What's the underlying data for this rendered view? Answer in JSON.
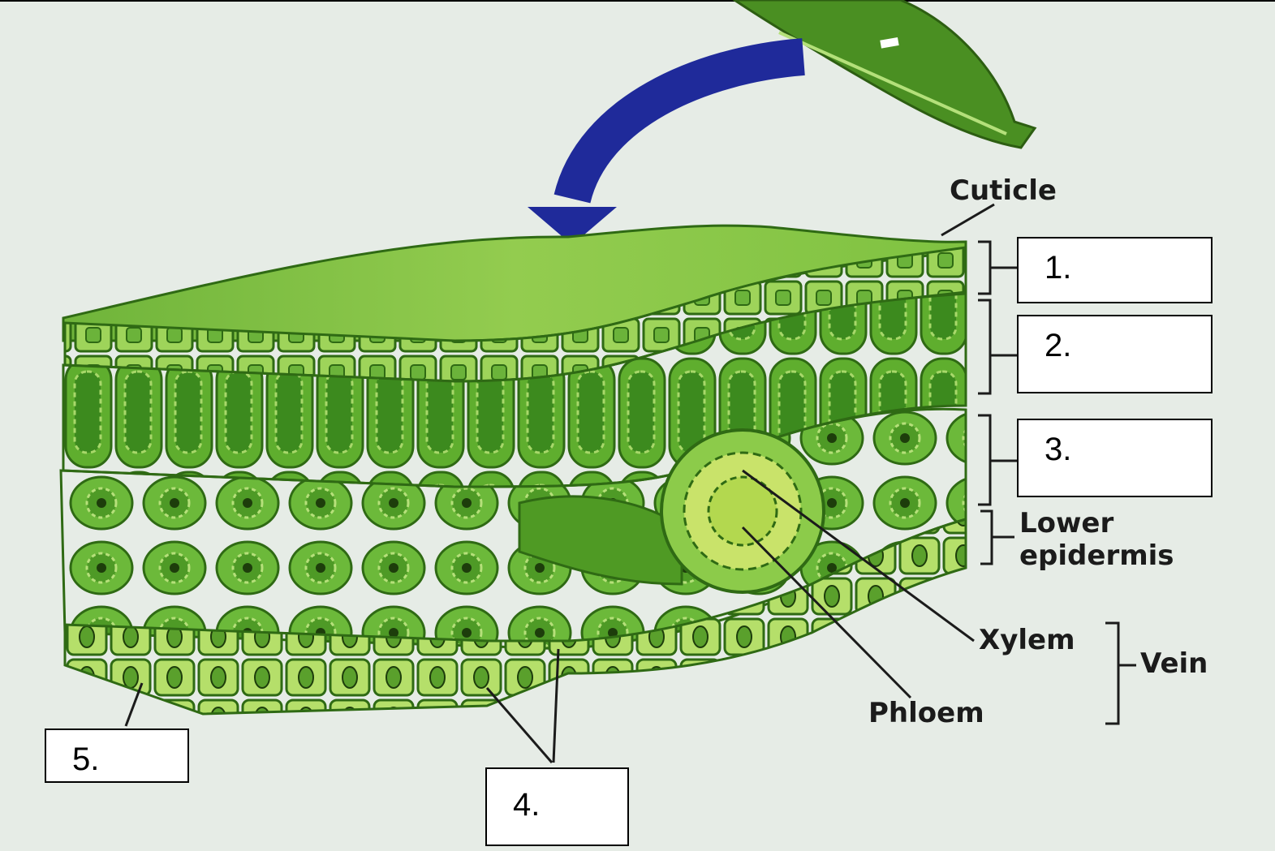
{
  "labels": {
    "cuticle": "Cuticle",
    "lower_epidermis_1": "Lower",
    "lower_epidermis_2": "epidermis",
    "xylem": "Xylem",
    "phloem": "Phloem",
    "vein": "Vein"
  },
  "answer_boxes": {
    "box1": "1.",
    "box2": "2.",
    "box3": "3.",
    "box4": "4.",
    "box5": "5."
  },
  "colors": {
    "background": "#e6ece6",
    "leaf_green": "#7fc241",
    "cell_dark": "#3b7a1d",
    "arrow_blue": "#1f2a9a"
  }
}
